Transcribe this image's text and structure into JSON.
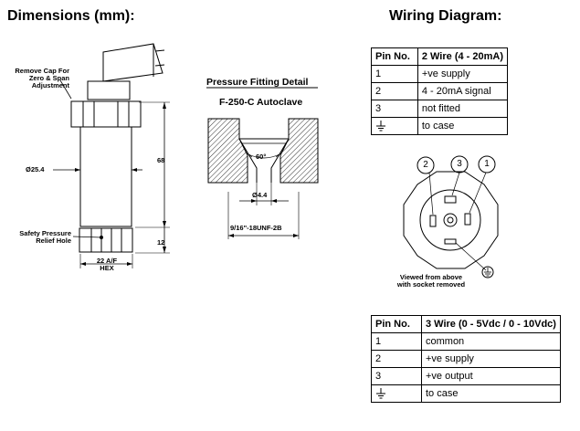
{
  "headings": {
    "dimensions": "Dimensions (mm):",
    "wiring": "Wiring Diagram:"
  },
  "dimensions_drawing": {
    "remove_cap_note": [
      "Remove Cap For",
      "Zero & Span",
      "Adjustment"
    ],
    "diameter_label": "Ø25.4",
    "length_68": "68",
    "length_12": "12",
    "safety_note": [
      "Safety Pressure",
      "Relief Hole"
    ],
    "hex_label": [
      "22 A/F",
      "HEX"
    ]
  },
  "fitting_detail": {
    "title": "Pressure Fitting Detail",
    "subtitle": "F-250-C Autoclave",
    "angle": "60°",
    "bore": "Ø4.4",
    "thread": "9/16\"-18UNF-2B"
  },
  "connector_view": {
    "pin_numbers": [
      "2",
      "3",
      "1"
    ],
    "caption": [
      "Viewed from above",
      "with socket removed"
    ]
  },
  "table_2wire": {
    "headers": [
      "Pin No.",
      "2 Wire (4 - 20mA)"
    ],
    "rows": [
      {
        "pin": "1",
        "function": "+ve supply"
      },
      {
        "pin": "2",
        "function": "4 - 20mA signal"
      },
      {
        "pin": "3",
        "function": "not fitted"
      },
      {
        "pin": "ground-symbol",
        "function": "to case"
      }
    ]
  },
  "table_3wire": {
    "headers": [
      "Pin No.",
      "3 Wire (0 - 5Vdc / 0 - 10Vdc)"
    ],
    "rows": [
      {
        "pin": "1",
        "function": "common"
      },
      {
        "pin": "2",
        "function": "+ve supply"
      },
      {
        "pin": "3",
        "function": "+ve output"
      },
      {
        "pin": "ground-symbol",
        "function": "to case"
      }
    ]
  }
}
